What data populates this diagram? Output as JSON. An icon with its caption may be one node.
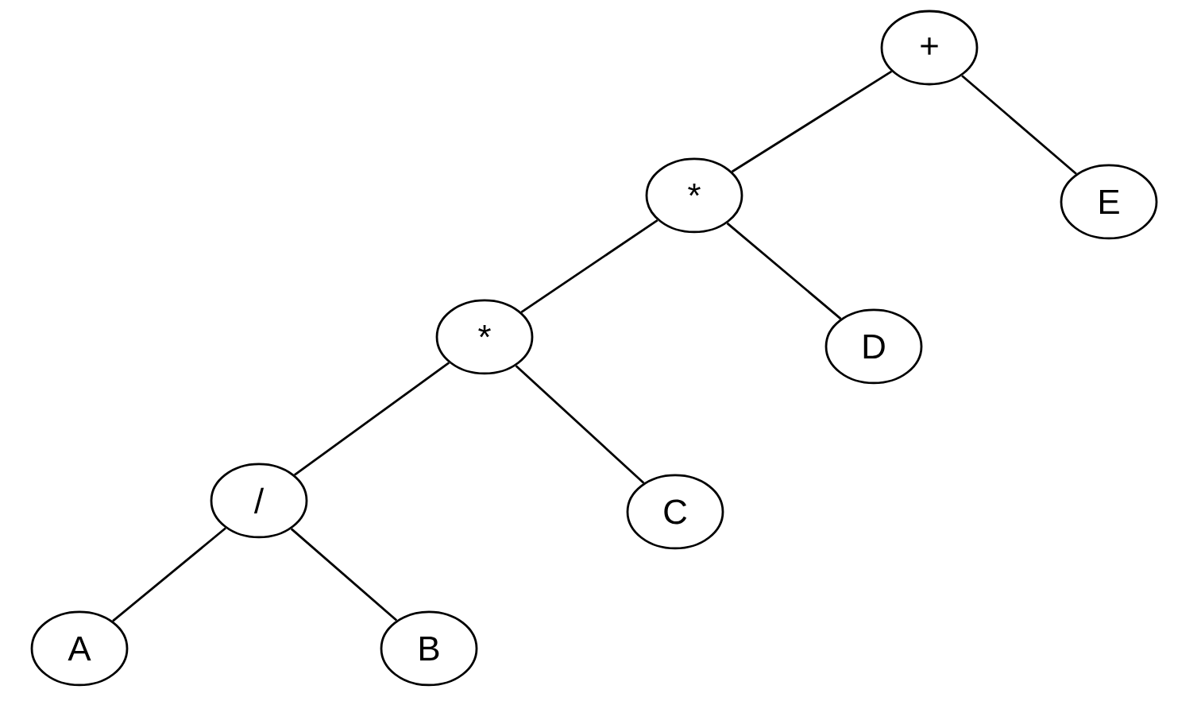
{
  "diagram": {
    "nodes": [
      {
        "text": [
          "+"
        ]
      },
      {
        "text": [
          "*"
        ]
      },
      {
        "text": [
          "E"
        ]
      },
      {
        "text": [
          "*"
        ]
      },
      {
        "text": [
          "D"
        ]
      },
      {
        "text": [
          "/"
        ]
      },
      {
        "text": [
          "C"
        ]
      },
      {
        "text": [
          "A"
        ]
      },
      {
        "text": [
          "B"
        ]
      }
    ],
    "edges": [
      {
        "from": 0,
        "to": 1,
        "arrow": "none"
      },
      {
        "from": 0,
        "to": 2,
        "arrow": "none"
      },
      {
        "from": 1,
        "to": 3,
        "arrow": "none"
      },
      {
        "from": 1,
        "to": 4,
        "arrow": "none"
      },
      {
        "from": 3,
        "to": 5,
        "arrow": "none"
      },
      {
        "from": 3,
        "to": 6,
        "arrow": "none"
      },
      {
        "from": 5,
        "to": 7,
        "arrow": "none"
      },
      {
        "from": 5,
        "to": 8,
        "arrow": "none"
      }
    ]
  }
}
